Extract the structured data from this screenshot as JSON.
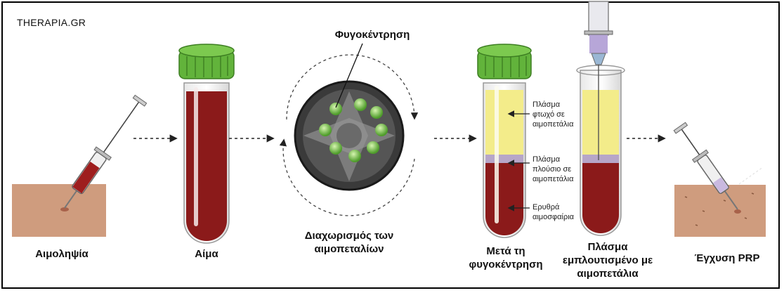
{
  "brand": "THERAPIA.GR",
  "steps": {
    "draw": "Αιμοληψία",
    "blood": "Αίμα",
    "separation_line1": "Διαχωρισμός των",
    "separation_line2": "αιμοπεταλίων",
    "after_line1": "Μετά τη",
    "after_line2": "φυγοκέντρηση",
    "plasma_line1": "Πλάσμα",
    "plasma_line2": "εμπλουτισμένο με",
    "plasma_line3": "αιμοπετάλια",
    "inject": "Έγχυση PRP"
  },
  "centrifuge_label": "Φυγοκέντρηση",
  "layers": {
    "ppp_line1": "Πλάσμα",
    "ppp_line2": "φτωχό σε",
    "ppp_line3": "αιμοπετάλια",
    "prp_line1": "Πλάσμα",
    "prp_line2": "πλούσιο σε",
    "prp_line3": "αιμοπετάλια",
    "rbc_line1": "Ερυθρά",
    "rbc_line2": "αιμοσφαίρια"
  },
  "colors": {
    "blood": "#8b1a1a",
    "plasma": "#f3ec8a",
    "cap": "#62b33b",
    "skin": "#cf9c7e"
  }
}
